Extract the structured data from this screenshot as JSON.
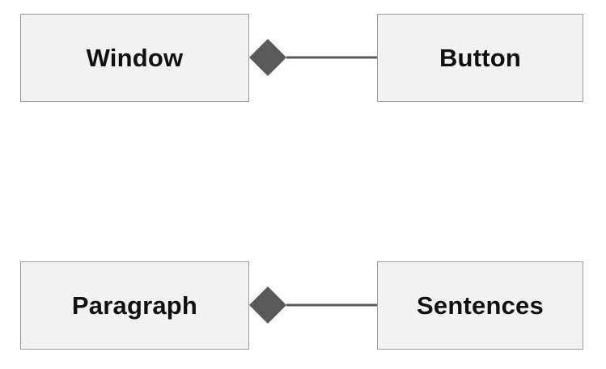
{
  "diagram": {
    "relations": [
      {
        "type": "composition",
        "whole": "Window",
        "part": "Button"
      },
      {
        "type": "composition",
        "whole": "Paragraph",
        "part": "Sentences"
      }
    ],
    "colors": {
      "box_fill": "#f2f2f2",
      "box_border": "#9a9a9a",
      "connector": "#595959",
      "text": "#111111"
    }
  }
}
